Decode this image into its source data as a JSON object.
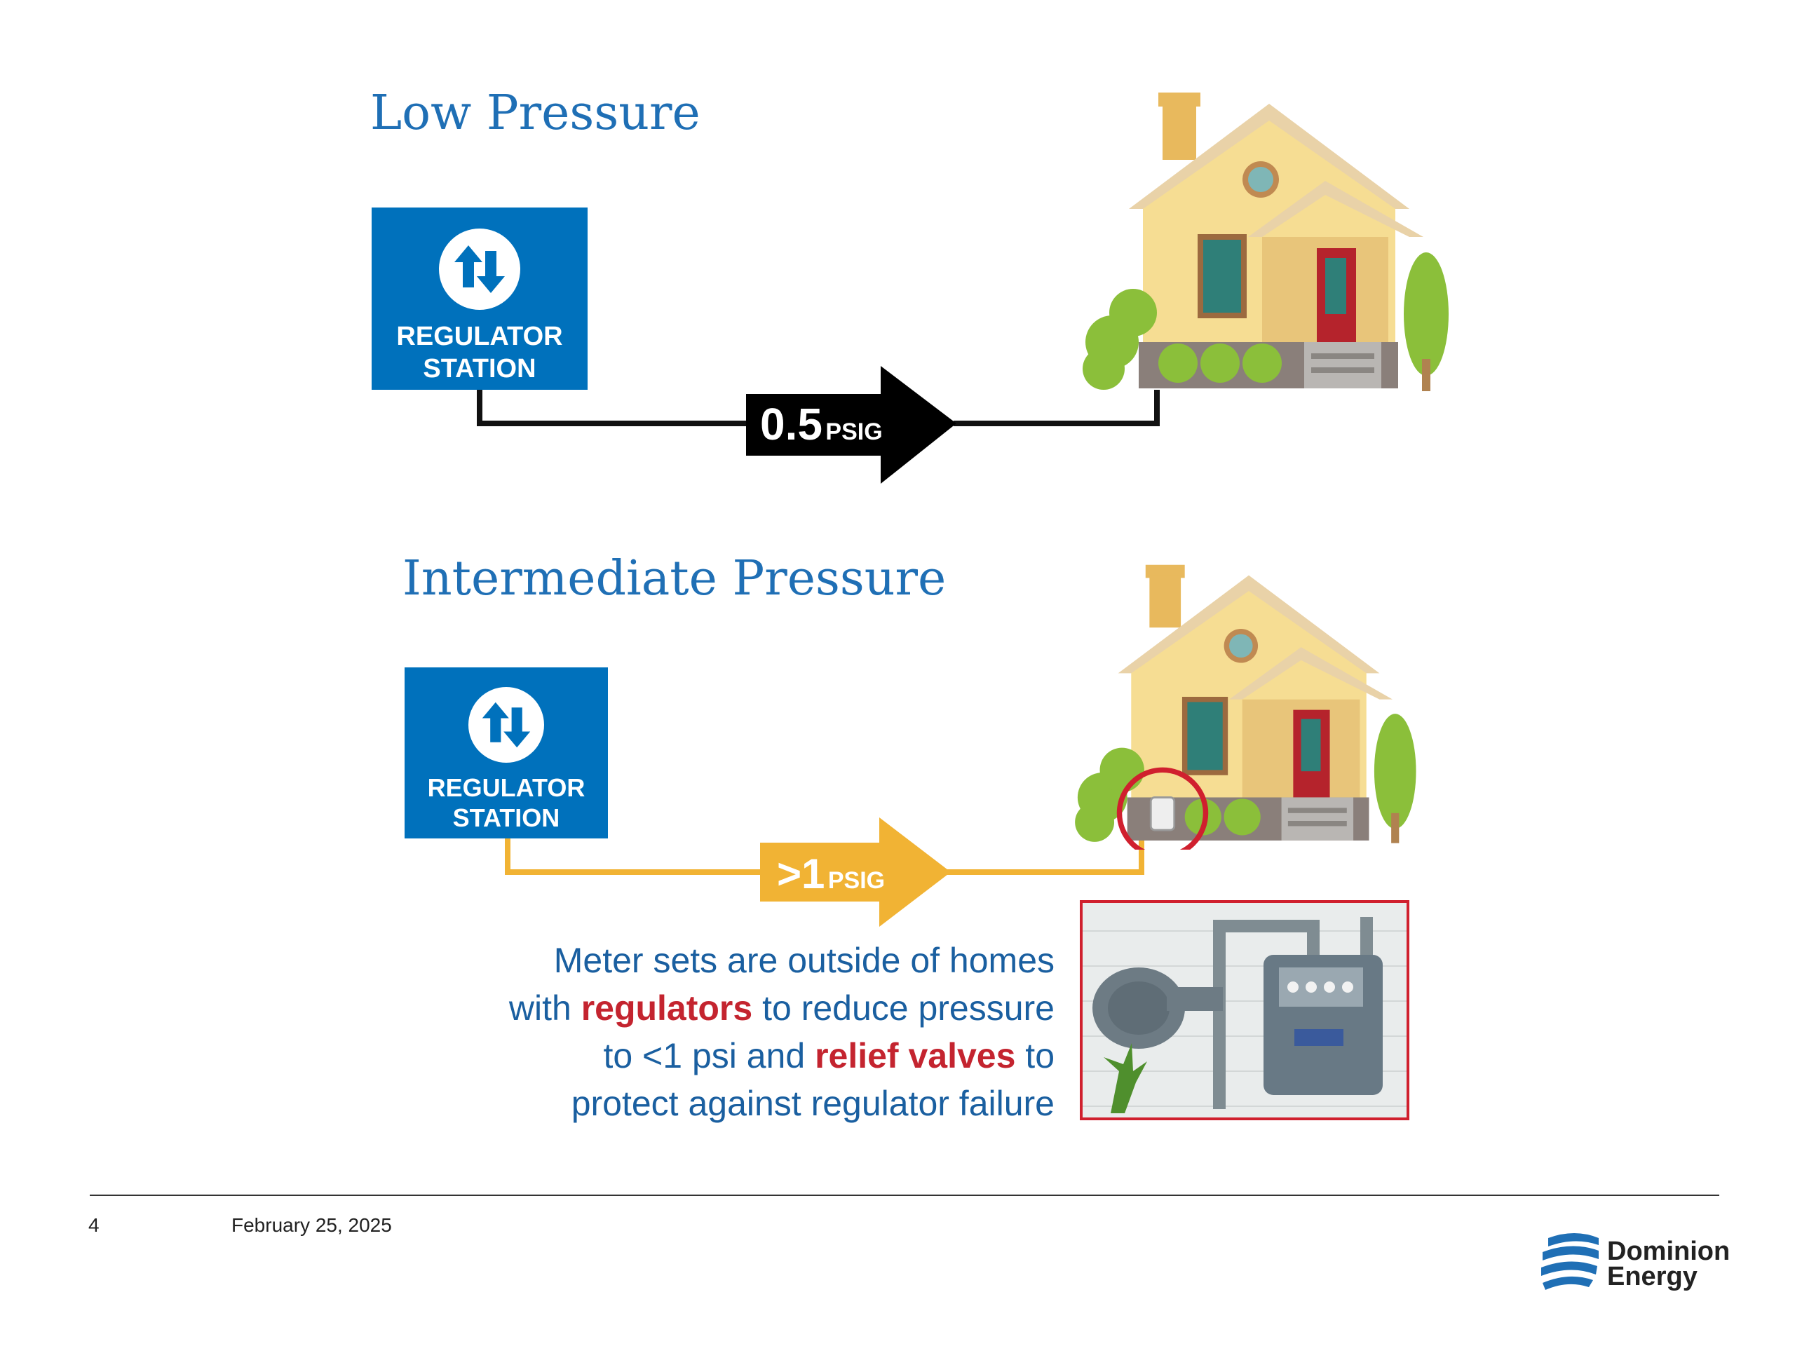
{
  "low": {
    "title": "Low Pressure",
    "station_line1": "REGULATOR",
    "station_line2": "STATION",
    "pressure_value": "0.5",
    "pressure_unit": "PSIG"
  },
  "intermediate": {
    "title": "Intermediate Pressure",
    "station_line1": "REGULATOR",
    "station_line2": "STATION",
    "pressure_value": ">1",
    "pressure_unit": "PSIG"
  },
  "description": {
    "line1": "Meter sets are outside of homes",
    "line2_pre": "with ",
    "line2_hl": "regulators",
    "line2_post": " to reduce pressure",
    "line3_pre": "to <1 psi and ",
    "line3_hl": "relief valves",
    "line3_post": " to",
    "line4": "protect against regulator failure"
  },
  "footer": {
    "page_number": "4",
    "date": "February 25, 2025"
  },
  "logo": {
    "line1": "Dominion",
    "line2": "Energy"
  },
  "colors": {
    "title_blue": "#1f6fb5",
    "station_blue": "#0071bc",
    "pipe_gold": "#f1b334",
    "highlight_red": "#c4242f"
  }
}
